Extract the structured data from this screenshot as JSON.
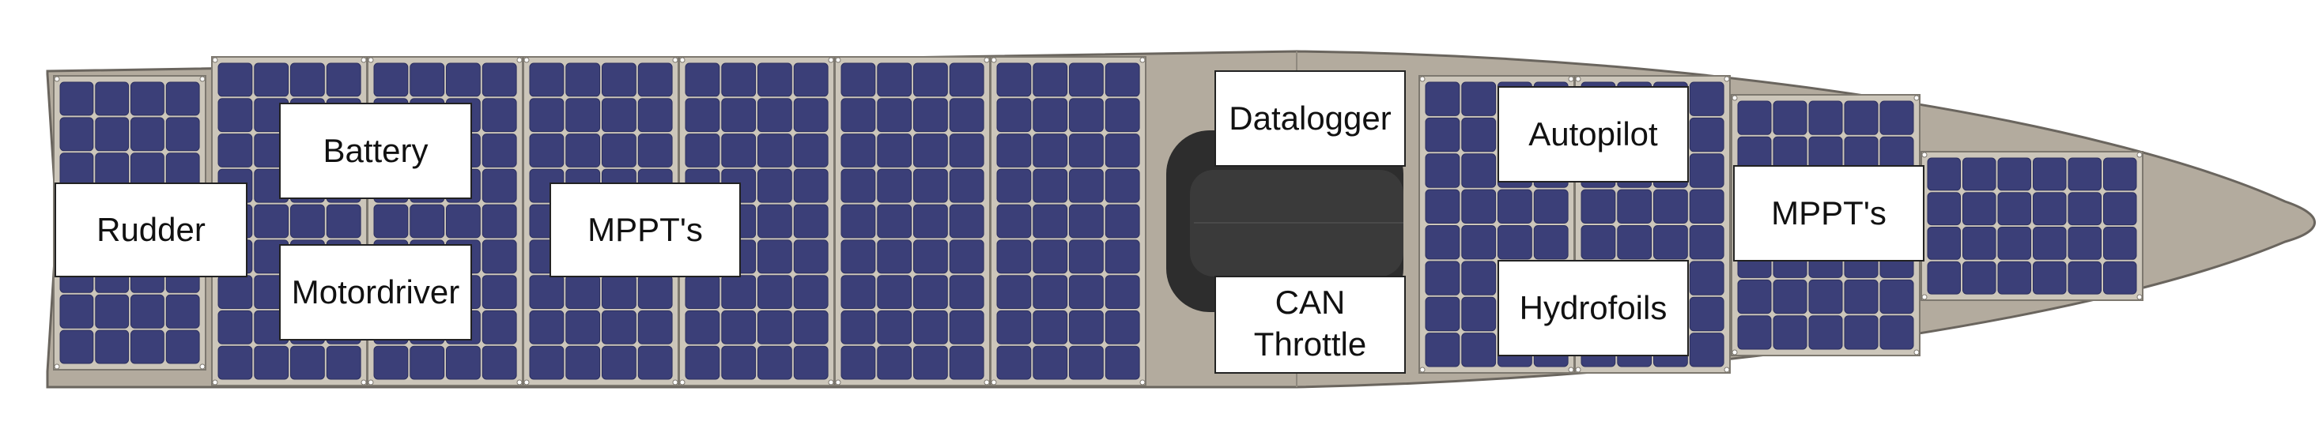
{
  "colors": {
    "hull": "#b3ab9e",
    "hull_stroke": "#6a655e",
    "panel_frame": "#ccc6ba",
    "panel_border": "#7d786f",
    "cell": "#3b3f78",
    "cell_dark": "#2b2f5e",
    "grid_line": "#d8d8e6",
    "cockpit": "#2d2d2d",
    "label_bg": "#ffffff",
    "label_border": "#222222"
  },
  "labels": {
    "rudder": "Rudder",
    "battery": "Battery",
    "motordriver": "Motordriver",
    "mppt_mid": "MPPT's",
    "datalogger": "Datalogger",
    "can_throttle_1": "CAN",
    "can_throttle_2": "Throttle",
    "autopilot": "Autopilot",
    "hydrofoils": "Hydrofoils",
    "mppt_front": "MPPT's"
  }
}
